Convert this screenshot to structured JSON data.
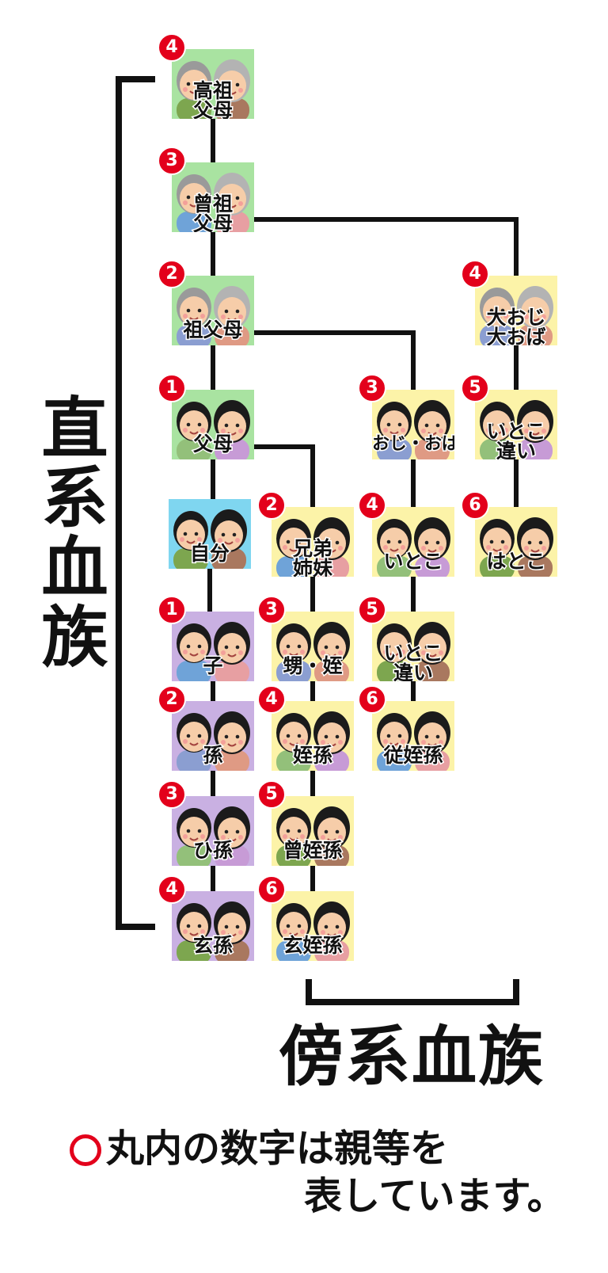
{
  "lineal_label": "直系血族",
  "collateral_label": "傍系血族",
  "footnote": {
    "line1": "丸内の数字は親等を",
    "line2": "表しています。"
  },
  "colors": {
    "red": "#e3001b",
    "green_bg": "#a9e3a1",
    "yellow_bg": "#fcf3a8",
    "purple_bg": "#c9b0e2",
    "blue_bg": "#7fd6f0"
  },
  "nodes": [
    {
      "id": "great-great-grandparents",
      "label": "高祖\n父母",
      "degree": "4",
      "bg": "green",
      "elderly": true
    },
    {
      "id": "great-grandparents",
      "label": "曾祖\n父母",
      "degree": "3",
      "bg": "green",
      "elderly": true
    },
    {
      "id": "grandparents",
      "label": "祖父母",
      "degree": "2",
      "bg": "green",
      "elderly": true
    },
    {
      "id": "parents",
      "label": "父母",
      "degree": "1",
      "bg": "green",
      "elderly": false
    },
    {
      "id": "self",
      "label": "自分",
      "degree": "",
      "bg": "blue",
      "elderly": false
    },
    {
      "id": "child",
      "label": "子",
      "degree": "1",
      "bg": "purple",
      "elderly": false
    },
    {
      "id": "grandchild",
      "label": "孫",
      "degree": "2",
      "bg": "purple",
      "elderly": false
    },
    {
      "id": "great-grandchild",
      "label": "ひ孫",
      "degree": "3",
      "bg": "purple",
      "elderly": false
    },
    {
      "id": "great-great-grandchild",
      "label": "玄孫",
      "degree": "4",
      "bg": "purple",
      "elderly": false
    },
    {
      "id": "siblings",
      "label": "兄弟\n姉妹",
      "degree": "2",
      "bg": "yellow",
      "elderly": false
    },
    {
      "id": "nephew-niece",
      "label": "甥・姪",
      "degree": "3",
      "bg": "yellow",
      "elderly": false
    },
    {
      "id": "grand-nephew",
      "label": "姪孫",
      "degree": "4",
      "bg": "yellow",
      "elderly": false
    },
    {
      "id": "great-grand-nephew",
      "label": "曾姪孫",
      "degree": "5",
      "bg": "yellow",
      "elderly": false
    },
    {
      "id": "great-great-grand-nephew",
      "label": "玄姪孫",
      "degree": "6",
      "bg": "yellow",
      "elderly": false
    },
    {
      "id": "uncle-aunt",
      "label": "おじ・おば",
      "degree": "3",
      "bg": "yellow",
      "elderly": false
    },
    {
      "id": "cousins",
      "label": "いとこ",
      "degree": "4",
      "bg": "yellow",
      "elderly": false
    },
    {
      "id": "cousin-once-removed-down",
      "label": "いとこ\n違い",
      "degree": "5",
      "bg": "yellow",
      "elderly": false
    },
    {
      "id": "first-cousin-twice-removed",
      "label": "従姪孫",
      "degree": "6",
      "bg": "yellow",
      "elderly": false
    },
    {
      "id": "great-uncle-aunt",
      "label": "大おじ\n大おば",
      "degree": "4",
      "bg": "yellow",
      "elderly": true
    },
    {
      "id": "cousin-once-removed-up",
      "label": "いとこ\n違い",
      "degree": "5",
      "bg": "yellow",
      "elderly": false
    },
    {
      "id": "second-cousins",
      "label": "はとこ",
      "degree": "6",
      "bg": "yellow",
      "elderly": false
    }
  ],
  "edges": [
    [
      "great-great-grandparents",
      "great-grandparents"
    ],
    [
      "great-grandparents",
      "grandparents"
    ],
    [
      "great-grandparents",
      "great-uncle-aunt"
    ],
    [
      "grandparents",
      "parents"
    ],
    [
      "grandparents",
      "uncle-aunt"
    ],
    [
      "great-uncle-aunt",
      "cousin-once-removed-up"
    ],
    [
      "cousin-once-removed-up",
      "second-cousins"
    ],
    [
      "parents",
      "self"
    ],
    [
      "parents",
      "siblings"
    ],
    [
      "uncle-aunt",
      "cousins"
    ],
    [
      "cousins",
      "cousin-once-removed-down"
    ],
    [
      "cousin-once-removed-down",
      "first-cousin-twice-removed"
    ],
    [
      "self",
      "child"
    ],
    [
      "child",
      "grandchild"
    ],
    [
      "grandchild",
      "great-grandchild"
    ],
    [
      "great-grandchild",
      "great-great-grandchild"
    ],
    [
      "siblings",
      "nephew-niece"
    ],
    [
      "nephew-niece",
      "grand-nephew"
    ],
    [
      "grand-nephew",
      "great-grand-nephew"
    ],
    [
      "great-grand-nephew",
      "great-great-grand-nephew"
    ]
  ]
}
